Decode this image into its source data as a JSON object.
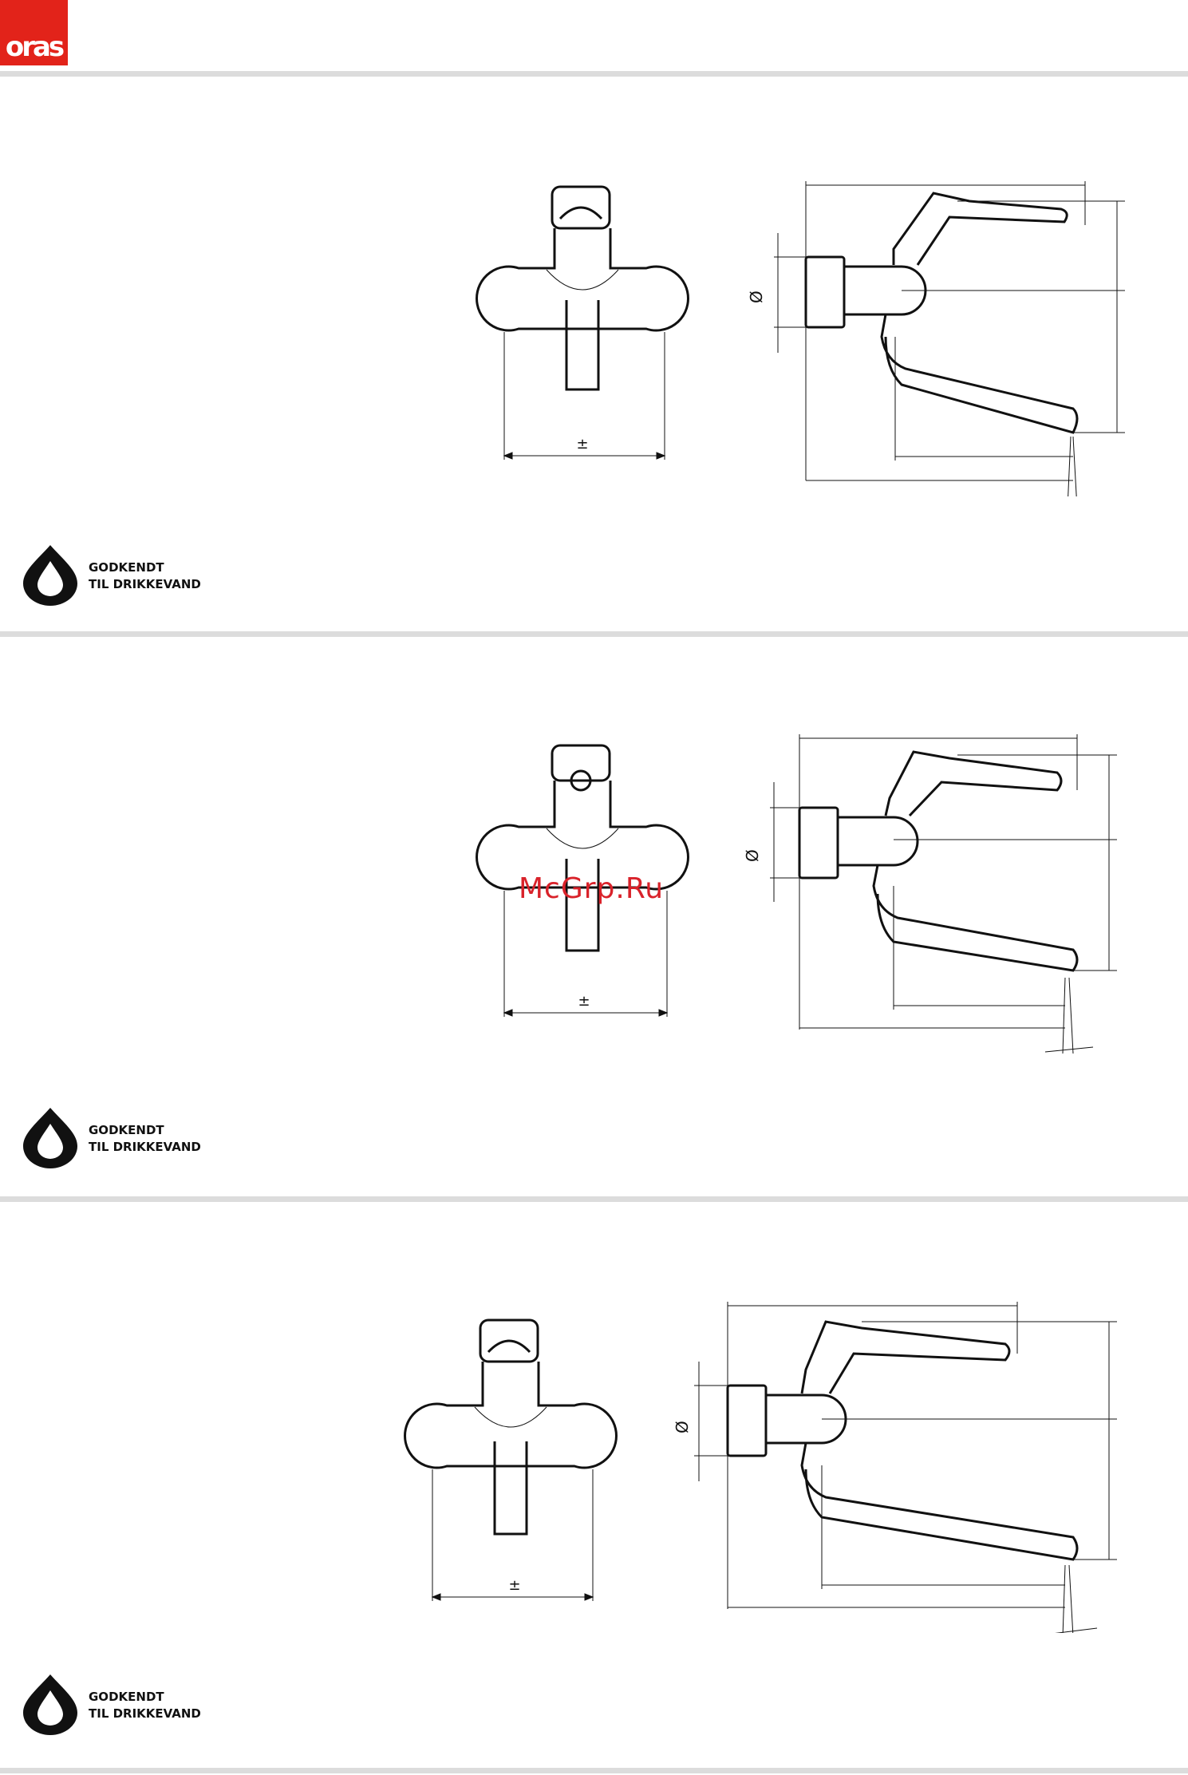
{
  "brand": {
    "logo_text": "oras",
    "logo_color": "#e2231a"
  },
  "colors": {
    "divider": "#dcdcdc",
    "ink": "#111111",
    "watermark": "#d9222a"
  },
  "sections": [
    {
      "badge": {
        "line1": "GODKENDT",
        "line2": "TIL DRIKKEVAND"
      },
      "front_dim_symbol": "±",
      "side_dim_symbol": "Ø"
    },
    {
      "badge": {
        "line1": "GODKENDT",
        "line2": "TIL DRIKKEVAND"
      },
      "front_dim_symbol": "±",
      "side_dim_symbol": "Ø"
    },
    {
      "badge": {
        "line1": "GODKENDT",
        "line2": "TIL DRIKKEVAND"
      },
      "front_dim_symbol": "±",
      "side_dim_symbol": "Ø"
    }
  ],
  "watermark": "McGrp.Ru"
}
